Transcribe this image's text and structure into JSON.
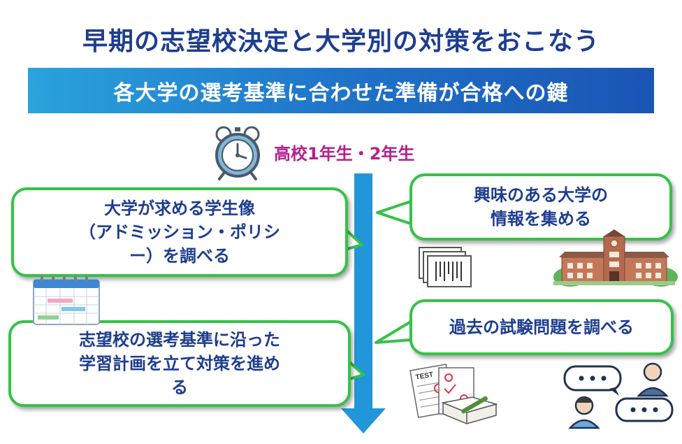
{
  "title": "早期の志望校決定と大学別の対策をおこなう",
  "banner": "各大学の選考基準に合わせた準備が合格への鍵",
  "grade": "高校1年生・2年生",
  "steps": [
    {
      "lines": [
        "大学が求める学生像",
        "（アドミッション・ポリシ",
        "ー）を調べる"
      ]
    },
    {
      "lines": [
        "興味のある大学の",
        "情報を集める"
      ]
    },
    {
      "lines": [
        "志望校の選考基準に沿った",
        "学習計画を立て対策を進め",
        "る"
      ]
    },
    {
      "lines": [
        "過去の試験問題を調べる"
      ]
    }
  ],
  "test_paper_label": "TEST",
  "colors": {
    "title": "#1d3d8f",
    "banner_start": "#2aa3dc",
    "banner_end": "#1a55b4",
    "grade": "#b5208e",
    "bubble_border": "#35c247",
    "arrow": "#2196d8"
  },
  "icons": [
    "alarm-clock-icon",
    "calendar-icon",
    "documents-icon",
    "university-building-icon",
    "test-papers-icon",
    "consultation-icon"
  ]
}
